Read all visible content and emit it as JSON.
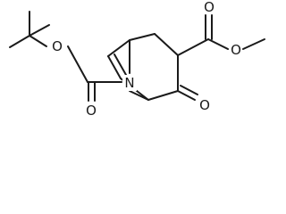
{
  "molecule": {
    "atoms": {
      "bridge_nitrogen": "N",
      "boc_ester_oxygen": "O",
      "boc_carbonyl_oxygen": "O",
      "methyl_ester_carbonyl_oxygen": "O",
      "methyl_ester_oxygen": "O",
      "ketone_oxygen": "O"
    },
    "colors": {
      "bond": "#1a1a1a",
      "label": "#1a1a1a",
      "background": "#ffffff"
    }
  }
}
